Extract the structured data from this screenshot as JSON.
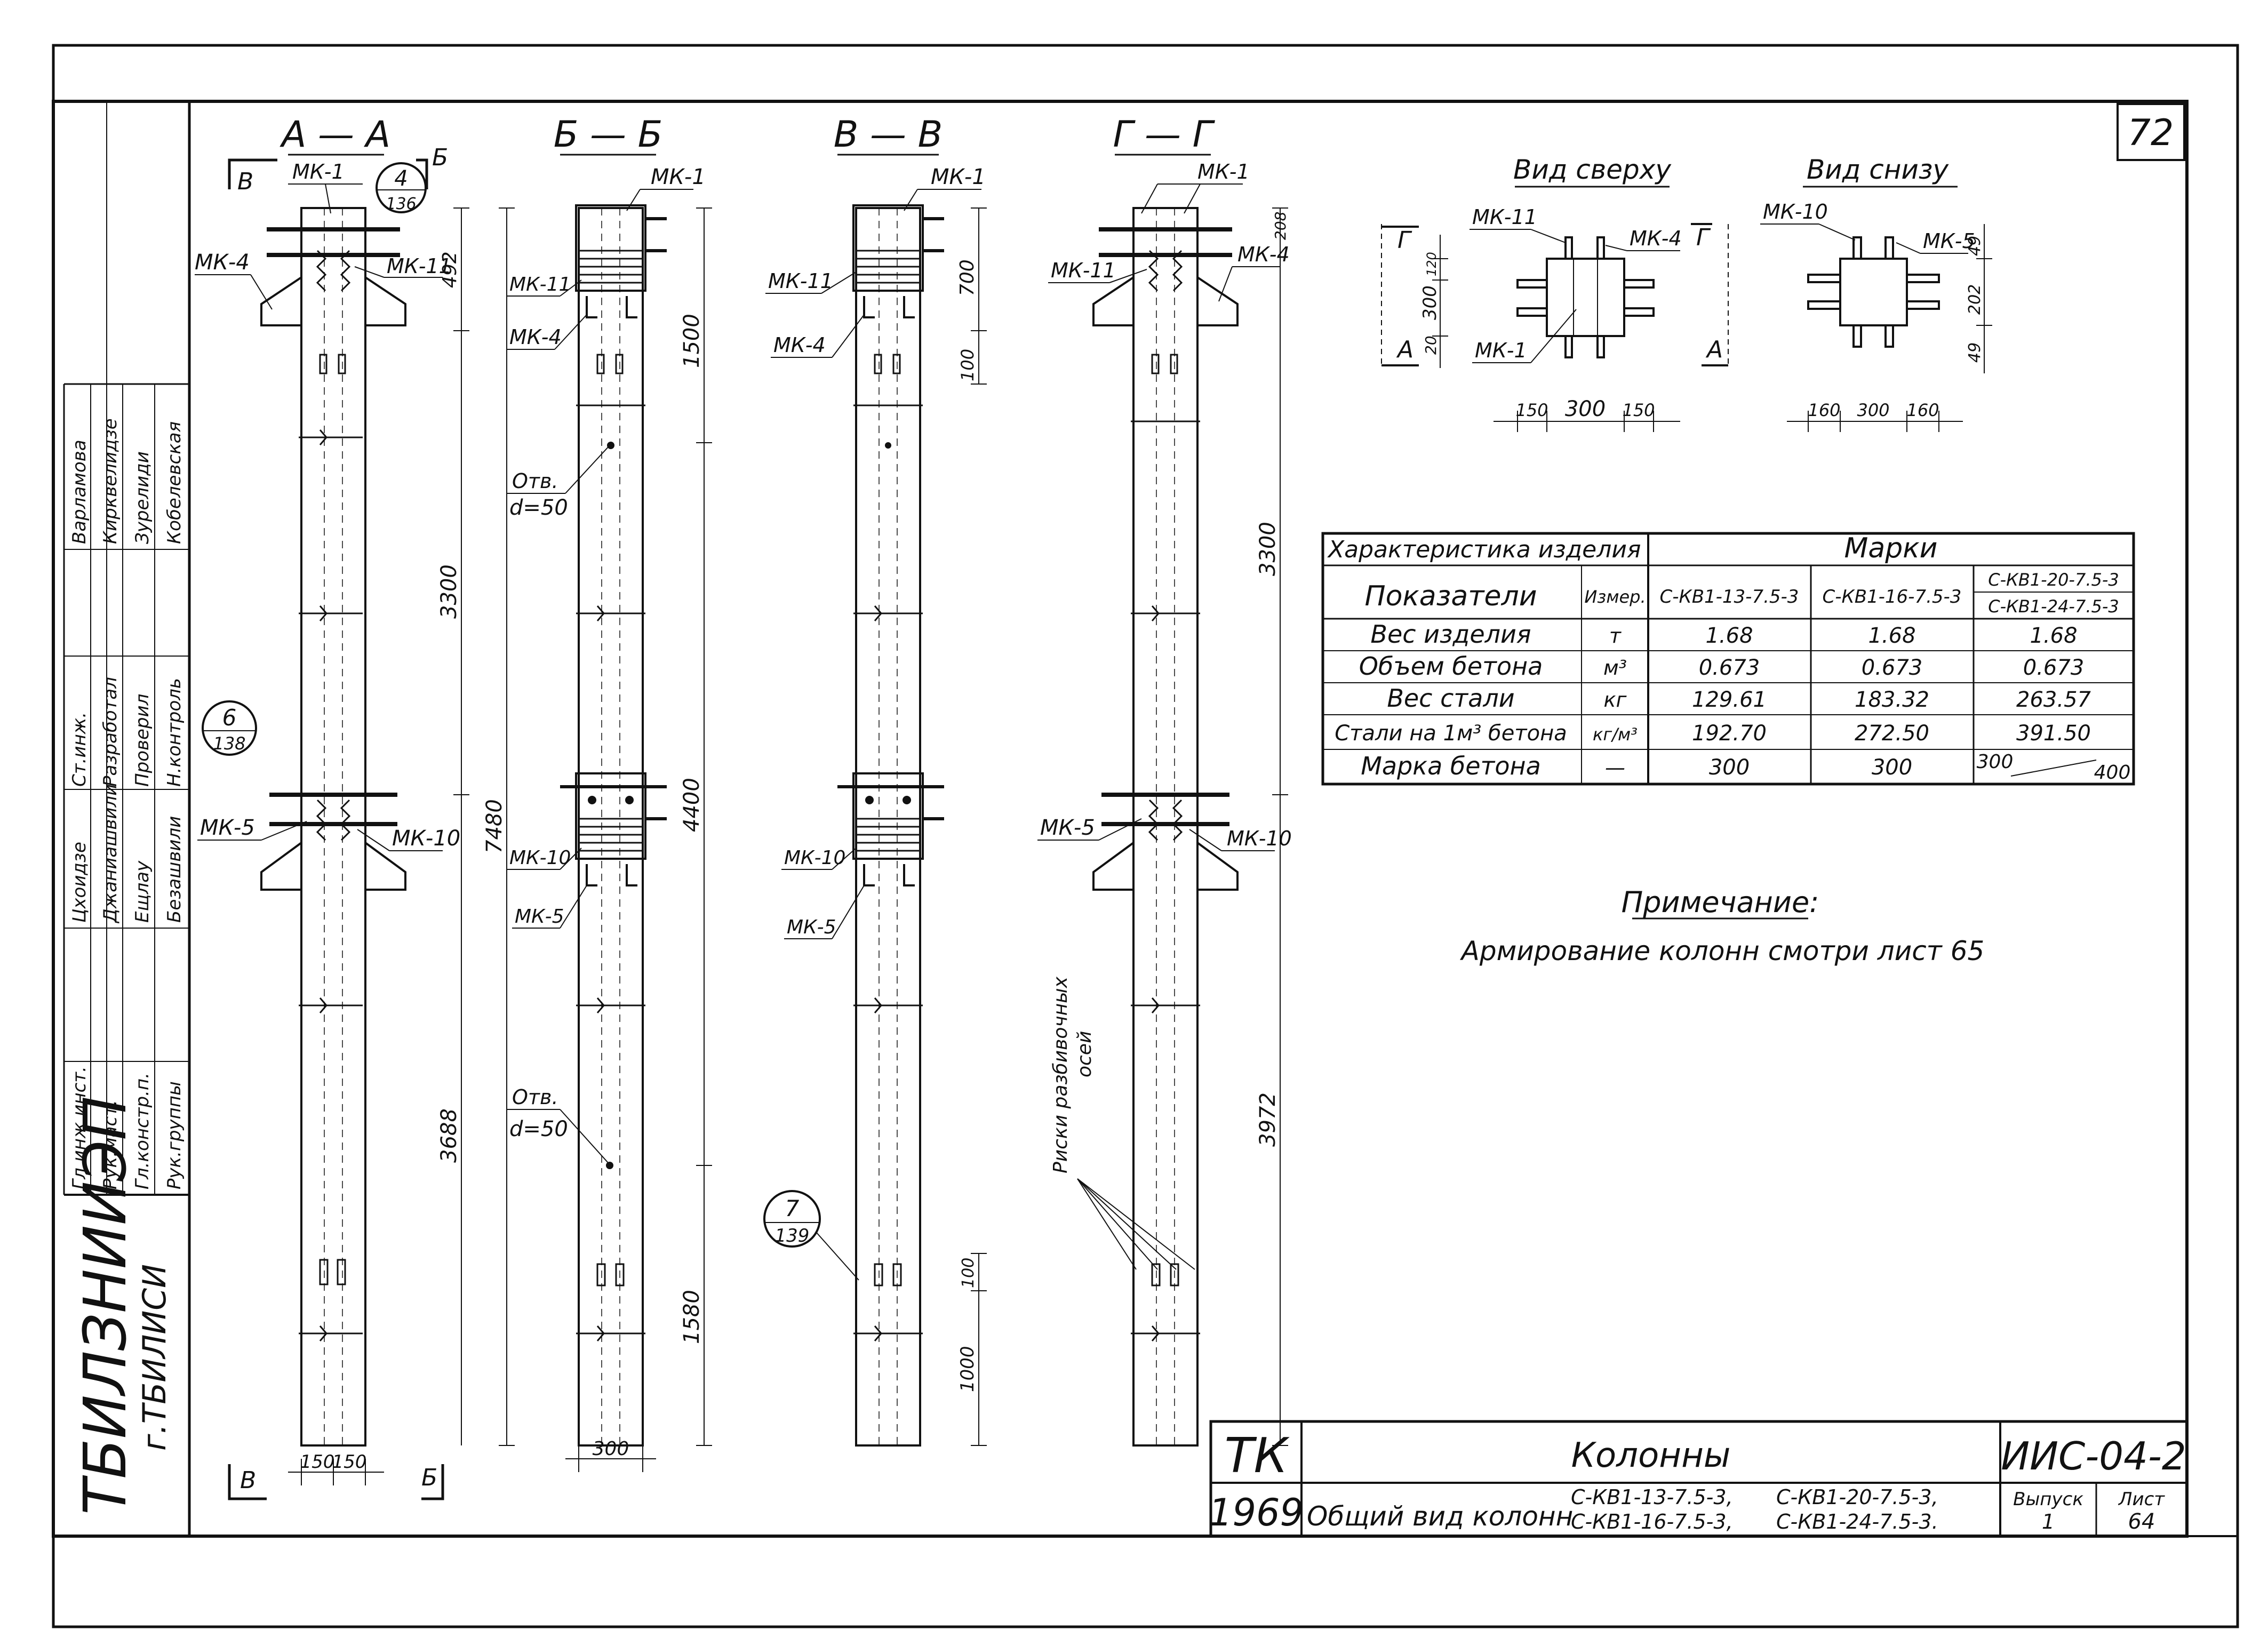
{
  "sheet_number": "72",
  "sections": {
    "aa": {
      "title": "А — А",
      "cut_left": "В",
      "cut_right": "Б"
    },
    "bb": {
      "title": "Б — Б"
    },
    "vv": {
      "title": "В — В"
    },
    "gg": {
      "title": "Г — Г"
    }
  },
  "section_a": {
    "mk_top": "МК-1",
    "mk_left": "МК-4",
    "mk_right": "МК-11",
    "callout_top": {
      "num": "4",
      "sheet": "136"
    },
    "callout_mid": {
      "num": "6",
      "sheet": "138"
    },
    "mk5": "МК-5",
    "mk10": "МК-10",
    "dim_top": "492",
    "dim_mid": "3300",
    "dim_total": "7480",
    "dim_low": "3688",
    "bottom_left": "В",
    "bottom_right": "Б",
    "bottom_w1": "150",
    "bottom_w2": "150"
  },
  "section_b": {
    "mk1": "МК-1",
    "mk11": "МК-11",
    "mk4": "МК-4",
    "hole1": "Отв.",
    "hole1_d": "d=50",
    "mk10": "МК-10",
    "mk5": "МК-5",
    "hole2": "Отв.",
    "hole2_d": "d=50",
    "dim_1500": "1500",
    "dim_4400": "4400",
    "dim_1580": "1580",
    "bottom_w": "300"
  },
  "section_v": {
    "mk1": "МК-1",
    "mk11": "МК-11",
    "mk4": "МК-4",
    "dim_700": "700",
    "dim_100": "100",
    "mk10": "МК-10",
    "mk5": "МК-5",
    "callout": {
      "num": "7",
      "sheet": "139"
    },
    "dim_100b": "100",
    "dim_1000": "1000"
  },
  "section_g": {
    "mk1": "МК-1",
    "mk11": "МК-11",
    "mk4": "МК-4",
    "dim_top": "208",
    "mk5": "МК-5",
    "mk10": "МК-10",
    "risks_label_1": "Риски разбивочных",
    "risks_label_2": "осей",
    "dim_3300": "3300",
    "dim_3972": "3972"
  },
  "view_top": {
    "title": "Вид сверху",
    "mk11": "МК-11",
    "mk4": "МК-4",
    "mk1": "МК-1",
    "cut_g": "Г",
    "cut_g2": "Г",
    "cut_a": "А",
    "dim_v1": "120",
    "dim_v2": "300",
    "dim_v3": "20",
    "dim_h1": "150",
    "dim_h2": "300",
    "dim_h3": "150"
  },
  "view_bottom": {
    "title": "Вид снизу",
    "mk10": "МК-10",
    "mk5": "МК-5",
    "cut_a": "А",
    "dim_v1": "49",
    "dim_v2": "202",
    "dim_v3": "49",
    "dim_h1": "160",
    "dim_h2": "300",
    "dim_h3": "160"
  },
  "table": {
    "header_left": "Характеристика изделия",
    "header_right": "Марки",
    "col_indicator": "Показатели",
    "col_unit": "Измер.",
    "marks": [
      "С-КВ1-13-7.5-3",
      "С-КВ1-16-7.5-3"
    ],
    "mark3_top": "С-КВ1-20-7.5-3",
    "mark3_bottom": "С-КВ1-24-7.5-3",
    "rows": [
      {
        "name": "Вес изделия",
        "unit": "т",
        "v1": "1.68",
        "v2": "1.68",
        "v3": "1.68"
      },
      {
        "name": "Объем бетона",
        "unit": "м³",
        "v1": "0.673",
        "v2": "0.673",
        "v3": "0.673"
      },
      {
        "name": "Вес стали",
        "unit": "кг",
        "v1": "129.61",
        "v2": "183.32",
        "v3": "263.57"
      },
      {
        "name": "Стали на 1м³ бетона",
        "unit": "кг/м³",
        "v1": "192.70",
        "v2": "272.50",
        "v3": "391.50"
      },
      {
        "name": "Марка бетона",
        "unit": "—",
        "v1": "300",
        "v2": "300",
        "v3a": "300",
        "v3b": "400"
      }
    ]
  },
  "note": {
    "title": "Примечание:",
    "text": "Армирование колонн смотри лист 65"
  },
  "stamp": {
    "org": "ТБИЛЗНИИЭП",
    "city": "г.ТБИЛИСИ",
    "roles": [
      "Гл.инж.инст.",
      "Рук.маст.",
      "Гл.констр.п.",
      "Рук.группы",
      "Ст.инж.",
      "Разработал",
      "Проверил",
      "Н.контроль"
    ],
    "names": [
      "Цхоидзе",
      "Джаниашвили",
      "Ещлау",
      "Безашвили",
      "Варламова",
      "Кирквелидзе",
      "Зурелиди",
      "Кобелевская"
    ]
  },
  "title_block": {
    "tk": "ТК",
    "year": "1969",
    "main_title": "Колонны",
    "subtitle": "Общий вид колонн",
    "marks_a1": "С-КВ1-13-7.5-3,",
    "marks_a2": "С-КВ1-16-7.5-3,",
    "marks_b1": "С-КВ1-20-7.5-3,",
    "marks_b2": "С-КВ1-24-7.5-3.",
    "code": "ИИС-04-2",
    "issue_label": "Выпуск",
    "issue": "1",
    "sheet_label": "Лист",
    "sheet": "64"
  }
}
